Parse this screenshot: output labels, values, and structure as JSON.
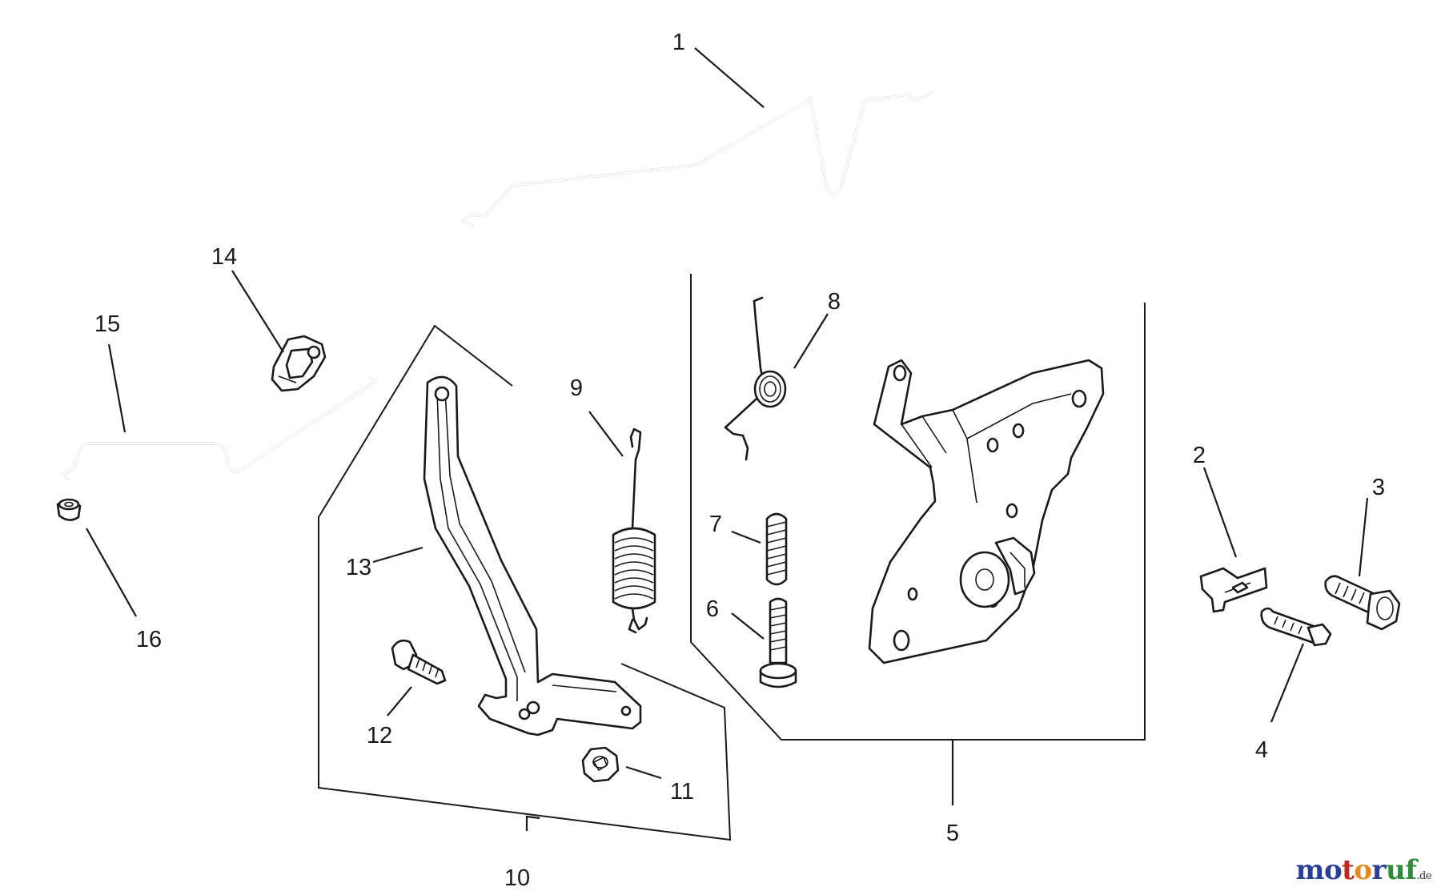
{
  "callouts": {
    "c1": "1",
    "c2": "2",
    "c3": "3",
    "c4": "4",
    "c5": "5",
    "c6": "6",
    "c7": "7",
    "c8": "8",
    "c9": "9",
    "c10": "10",
    "c11": "11",
    "c12": "12",
    "c13": "13",
    "c14": "14",
    "c15": "15",
    "c16": "16"
  },
  "watermark": {
    "letters": [
      "m",
      "o",
      "t",
      "o",
      "r",
      "u",
      "f"
    ],
    "letter_colors": [
      "#2a3f96",
      "#2a3f96",
      "#c0281e",
      "#e08a1c",
      "#2a3f96",
      "#2e8b3a",
      "#2e8b3a"
    ],
    "suffix": ".de"
  }
}
